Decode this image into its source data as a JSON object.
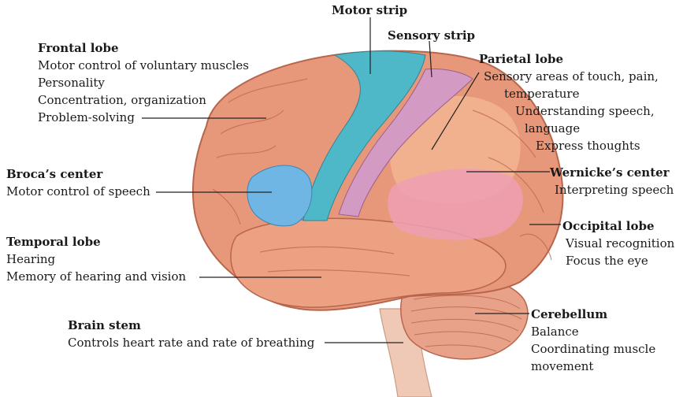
{
  "labels": {
    "motor_strip": {
      "title": "Motor strip"
    },
    "sensory_strip": {
      "title": "Sensory strip"
    },
    "frontal_lobe": {
      "title": "Frontal lobe",
      "lines": [
        "Motor control of voluntary muscles",
        "Personality",
        "Concentration, organization",
        "Problem-solving"
      ]
    },
    "parietal_lobe": {
      "title": "Parietal lobe",
      "lines": [
        "Sensory areas of touch, pain,",
        "temperature",
        "Understanding speech,",
        "language",
        "Express thoughts"
      ]
    },
    "brocas_center": {
      "title": "Broca’s center",
      "lines": [
        "Motor control of speech"
      ]
    },
    "wernickes_center": {
      "title": "Wernicke’s center",
      "lines": [
        "Interpreting speech"
      ]
    },
    "temporal_lobe": {
      "title": "Temporal lobe",
      "lines": [
        "Hearing",
        "Memory of hearing and vision"
      ]
    },
    "occipital_lobe": {
      "title": "Occipital lobe",
      "lines": [
        "Visual recognition",
        "Focus the eye"
      ]
    },
    "brain_stem": {
      "title": "Brain stem",
      "lines": [
        "Controls heart rate and rate of breathing"
      ]
    },
    "cerebellum": {
      "title": "Cerebellum",
      "lines": [
        "Balance",
        "Coordinating muscle",
        "movement"
      ]
    }
  },
  "colors": {
    "brain": "#e8987a",
    "brain_dark": "#c9705a",
    "brain_light": "#f2b59a",
    "motor_strip": "#4fb8c8",
    "sensory_strip": "#d39ac4",
    "parietal_highlight": "#f3b592",
    "brocas": "#6fb6e4",
    "wernickes": "#ef9fb4",
    "stem": "#f0c8b6",
    "leader": "#222222"
  }
}
